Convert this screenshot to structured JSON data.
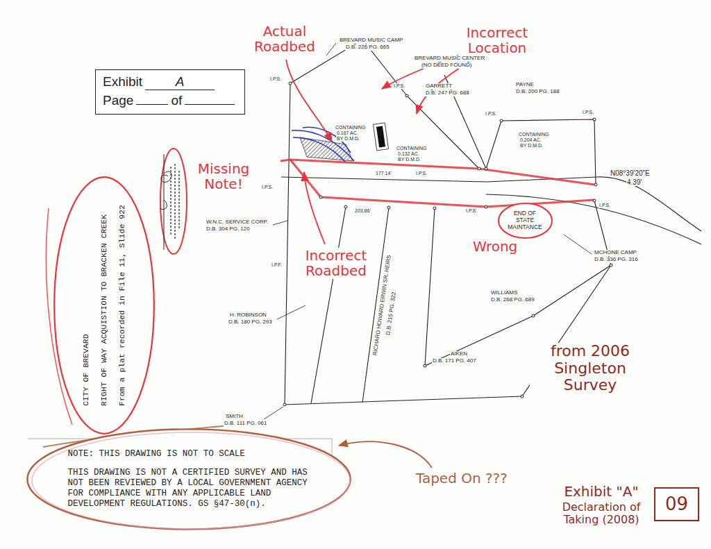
{
  "diagram": {
    "nodes": [
      {
        "text": [
          "Exhibit",
          "A",
          "Page",
          "of"
        ]
      },
      {
        "text": [
          "CITY OF BREVARD",
          "RIGHT OF WAY ACQUISTION TO BRACKEN CREEK",
          "From a plat recorded in File 11, Slide 922"
        ]
      },
      {
        "text": [
          "END OF STATE MAINTANCE"
        ]
      },
      {
        "text": [
          "NOTE: THIS DRAWING IS NOT TO SCALE",
          "THIS DRAWING IS NOT A CERTIFIED SURVEY AND HAS NOT BEEN REVIEWED BY A LOCAL GOVERNMENT AGENCY FOR COMPLIANCE WITH ANY APPLICABLE LAND DEVELOPMENT REGULATIONS. GS §47-30(n)."
        ]
      },
      {
        "text": [
          "09"
        ]
      }
    ],
    "labels": [
      "Actual Roadbed",
      "Incorrect Location",
      "BREVARD MUSIC CAMP",
      "D.B. 226 PG. 665",
      "BREVARD MUSIC CENTER",
      "(NO DEED FOUND)",
      "GARRETT",
      "D.B. 247 PG. 688",
      "PAYNE",
      "D.B. 200 PG. 188",
      "I.P.S.",
      "I.P.S.",
      "I.P.S.",
      "I.P.S.",
      "CONTAINING",
      "0.167 AC.",
      "BY D.M.D.",
      "CONTAINING",
      "0.132 AC.",
      "BY D.M.D.",
      "CONTAINING",
      "0.204 AC.",
      "BY D.M.D.",
      "Missing Note!",
      "177.14'",
      "I.P.S.",
      "I.P.S.",
      "203.66'",
      "I.P.S.",
      "I.P.S.",
      "N08°39'20\"E",
      "4.39'",
      "W.N.C. SERVICE CORP.",
      "D.B. 304 PG. 120",
      "Wrong",
      "MCHONE CAMP",
      "D.B. 336 PG. 316",
      "Incorrect Roadbed",
      "I.P.F.",
      "WILLIAMS",
      "D.B. 268 PG. 689",
      "H. ROBINSON",
      "D.B. 180 PG. 293",
      "RICHARD HOWARD ERWIN SR. HEIRS",
      "D.B. 215 PG. 322",
      "from 2006 Singleton Survey",
      "AIKEN",
      "D.B. 171 PG. 407",
      "SMITH",
      "D.B. 111 PG. 061",
      "Taped On ???",
      "Exhibit \"A\"",
      "Declaration of Taking (2008)"
    ]
  }
}
